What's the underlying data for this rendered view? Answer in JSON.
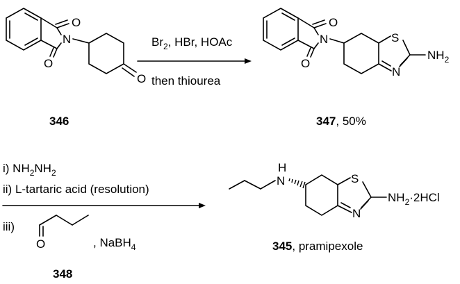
{
  "step1": {
    "reagents_line1": [
      "Br",
      "2",
      ", HBr, HOAc"
    ],
    "reagents_line2": "then thiourea"
  },
  "compound_346": {
    "label": "346",
    "atoms": {
      "O_top": "O",
      "N": "N",
      "O_bottom": "O",
      "O_ketone": "O"
    }
  },
  "compound_347": {
    "label_num": "347",
    "label_rest": ", 50%",
    "atoms": {
      "O_top": "O",
      "N": "N",
      "O_bottom": "O",
      "S": "S",
      "N_thiazole": "N",
      "NH": "NH",
      "H_sub": "2"
    }
  },
  "step2": {
    "line1": [
      "i) NH",
      "2",
      "NH",
      "2"
    ],
    "line2": "ii) L-tartaric acid (resolution)",
    "line3_prefix": "iii)",
    "line3_aldehyde_O": "O",
    "line3_suffix": [
      ", NaBH",
      "4"
    ],
    "aldehyde_label": "348"
  },
  "compound_345": {
    "label_num": "345",
    "label_rest": ", pramipexole",
    "atoms": {
      "N": "N",
      "H": "H",
      "S": "S",
      "N_thiazole": "N",
      "amine": "NH",
      "amine_sub": "2",
      "salt": "·2HCl"
    }
  }
}
